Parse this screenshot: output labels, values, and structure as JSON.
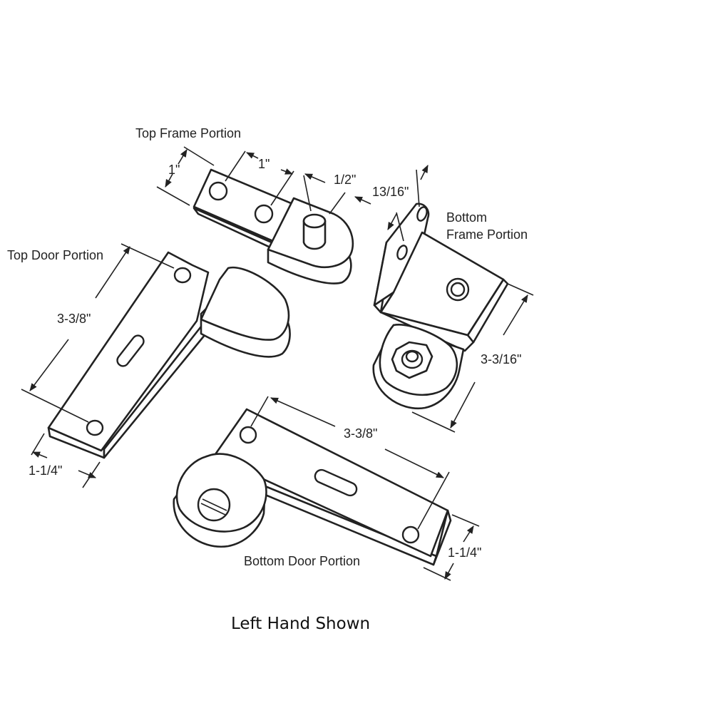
{
  "labels": {
    "top_frame": "Top Frame Portion",
    "top_door": "Top Door Portion",
    "bottom_frame_line1": "Bottom",
    "bottom_frame_line2": "Frame Portion",
    "bottom_door": "Bottom Door Portion"
  },
  "dimensions": {
    "top_frame_width": "1\"",
    "top_frame_hole_spacing": "1\"",
    "top_frame_pin": "1/2\"",
    "bottom_frame_offset": "13/16\"",
    "bottom_frame_length": "3-3/16\"",
    "top_door_length": "3-3/8\"",
    "top_door_width": "1-1/4\"",
    "bottom_door_length": "3-3/8\"",
    "bottom_door_width": "1-1/4\""
  },
  "caption": "Left Hand Shown",
  "colors": {
    "line": "#222222",
    "background": "#ffffff"
  }
}
